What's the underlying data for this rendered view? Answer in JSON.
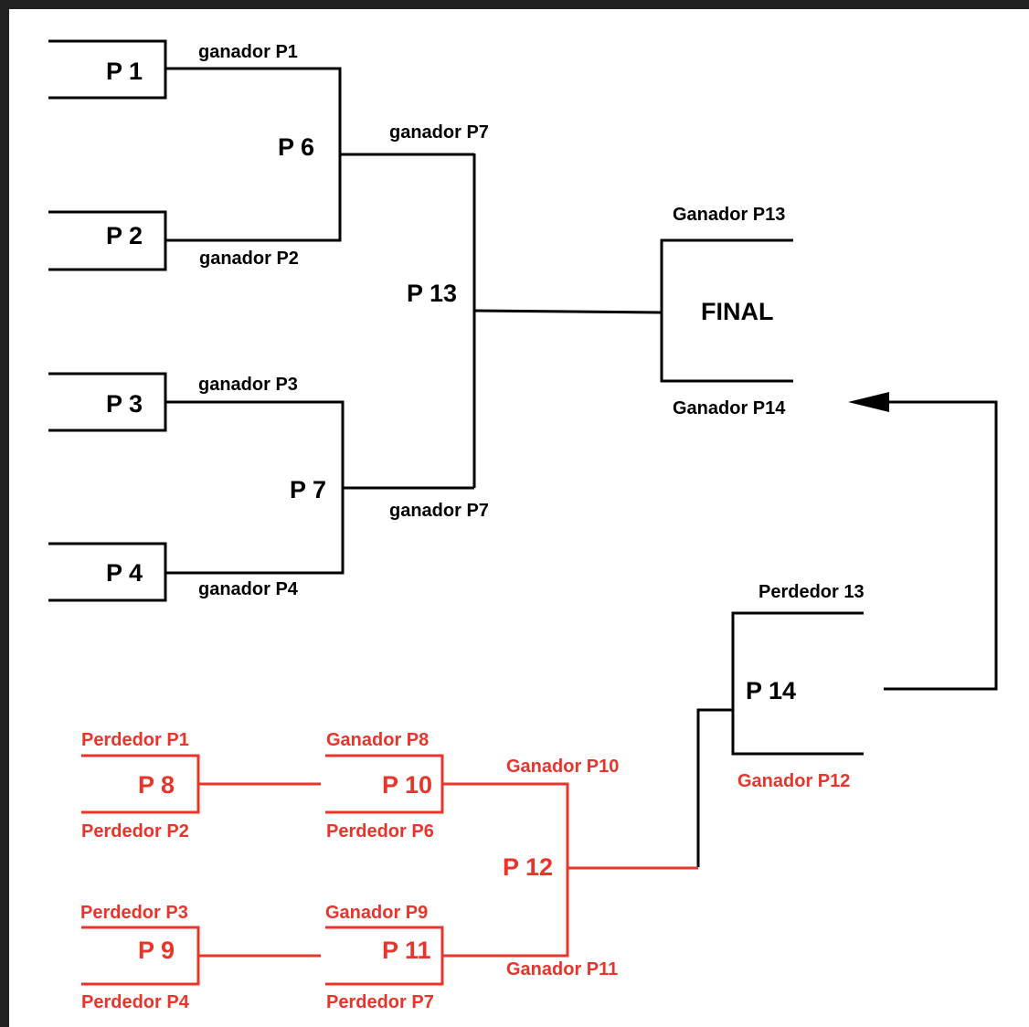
{
  "colors": {
    "main": "#000000",
    "consolation": "#e8342a",
    "background": "#ffffff",
    "frame": "#222222"
  },
  "main_bracket": {
    "p1": "P 1",
    "p2": "P 2",
    "p3": "P 3",
    "p4": "P 4",
    "p6": "P 6",
    "p7": "P 7",
    "p13": "P 13",
    "final": "FINAL",
    "ganador_p1": "ganador P1",
    "ganador_p2": "ganador P2",
    "ganador_p3": "ganador P3",
    "ganador_p4": "ganador P4",
    "ganador_p6_label": "ganador P7",
    "ganador_p7_label": "ganador P7",
    "final_top": "Ganador P13",
    "final_bottom": "Ganador P14",
    "p14": "P 14",
    "perdedor_13": "Perdedor 13",
    "ganador_p12_main": "Ganador P12"
  },
  "consolation_bracket": {
    "p8": "P 8",
    "p9": "P 9",
    "p10": "P 10",
    "p11": "P 11",
    "p12": "P 12",
    "perdedor_p1": "Perdedor P1",
    "perdedor_p2": "Perdedor P2",
    "perdedor_p3": "Perdedor P3",
    "perdedor_p4": "Perdedor P4",
    "ganador_p8": "Ganador P8",
    "perdedor_p6": "Perdedor P6",
    "ganador_p9": "Ganador P9",
    "perdedor_p7": "Perdedor P7",
    "ganador_p10": "Ganador P10",
    "ganador_p11": "Ganador P11"
  }
}
